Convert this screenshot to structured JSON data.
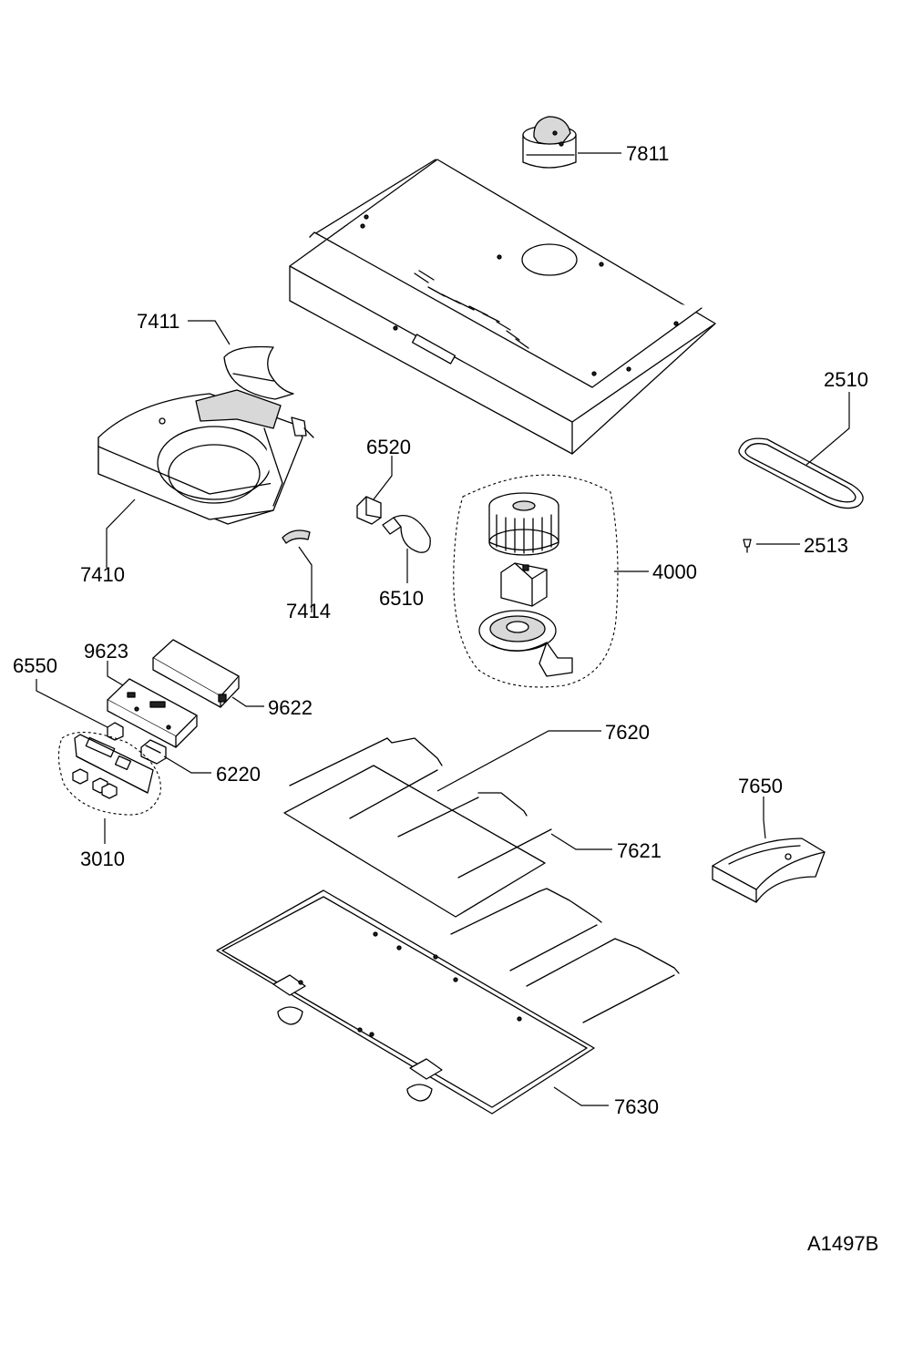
{
  "diagram_id": "A1497B",
  "callouts": {
    "p7811": "7811",
    "p7411": "7411",
    "p2510": "2510",
    "p6520": "6520",
    "p7410": "7410",
    "p4000": "4000",
    "p2513": "2513",
    "p7414": "7414",
    "p6510": "6510",
    "p9623": "9623",
    "p6550": "6550",
    "p9622": "9622",
    "p7620": "7620",
    "p6220": "6220",
    "p7650": "7650",
    "p7621": "7621",
    "p3010": "3010",
    "p7630": "7630"
  }
}
